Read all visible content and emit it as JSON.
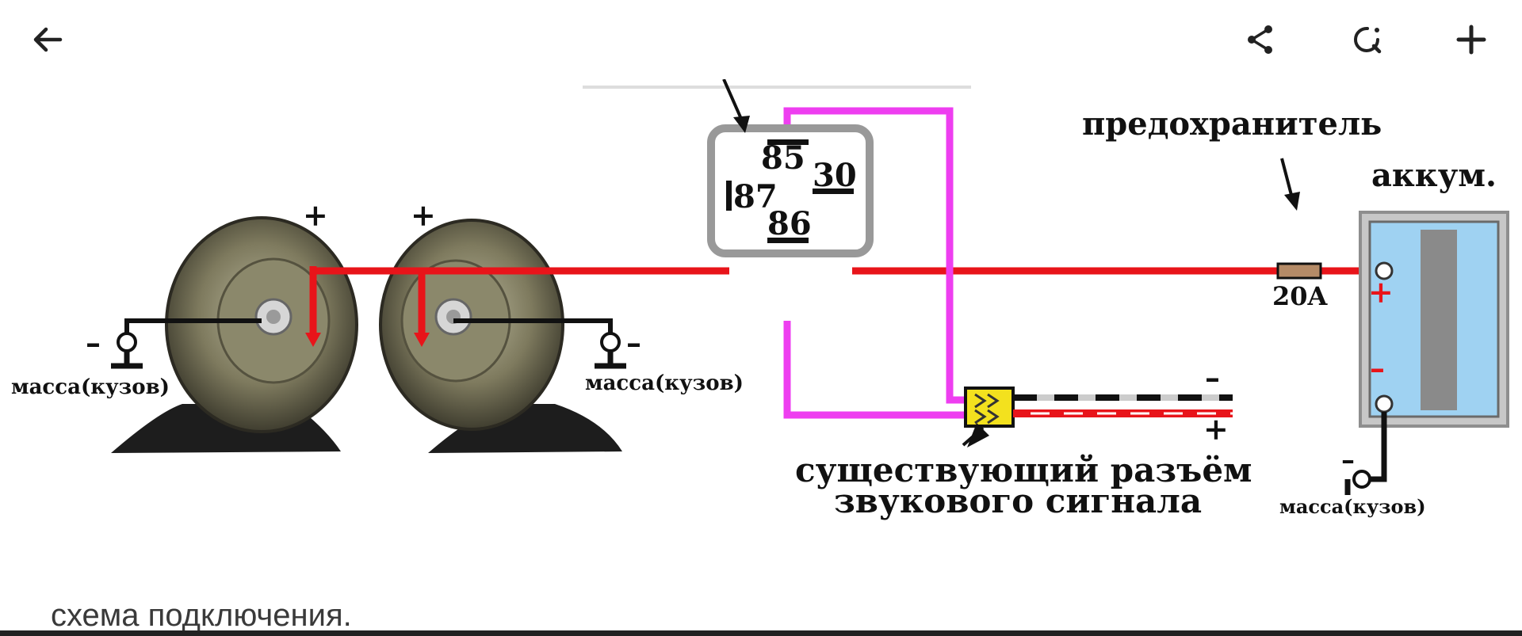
{
  "toolbar": {
    "back_icon": "arrow-left-icon",
    "share_icon": "share-icon",
    "lens_icon": "lens-search-icon",
    "add_icon": "plus-icon"
  },
  "diagram": {
    "relay_pins": {
      "p85": "85",
      "p87": "87",
      "p30": "30",
      "p86": "86"
    },
    "fuse_label": "предохранитель",
    "fuse_rating": "20A",
    "battery_label": "аккум.",
    "plus_sign": "+",
    "minus_sign": "–",
    "ground_label": "масса(кузов)",
    "connector_label_line1": "существующий разъём",
    "connector_label_line2": "звукового сигнала",
    "colors": {
      "power_wire": "#e8141a",
      "control_wire": "#ee3ef0",
      "relay_box": "#999999",
      "connector": "#f3e11e",
      "battery_body": "#9fd2f2"
    }
  },
  "caption": "схема подключения."
}
